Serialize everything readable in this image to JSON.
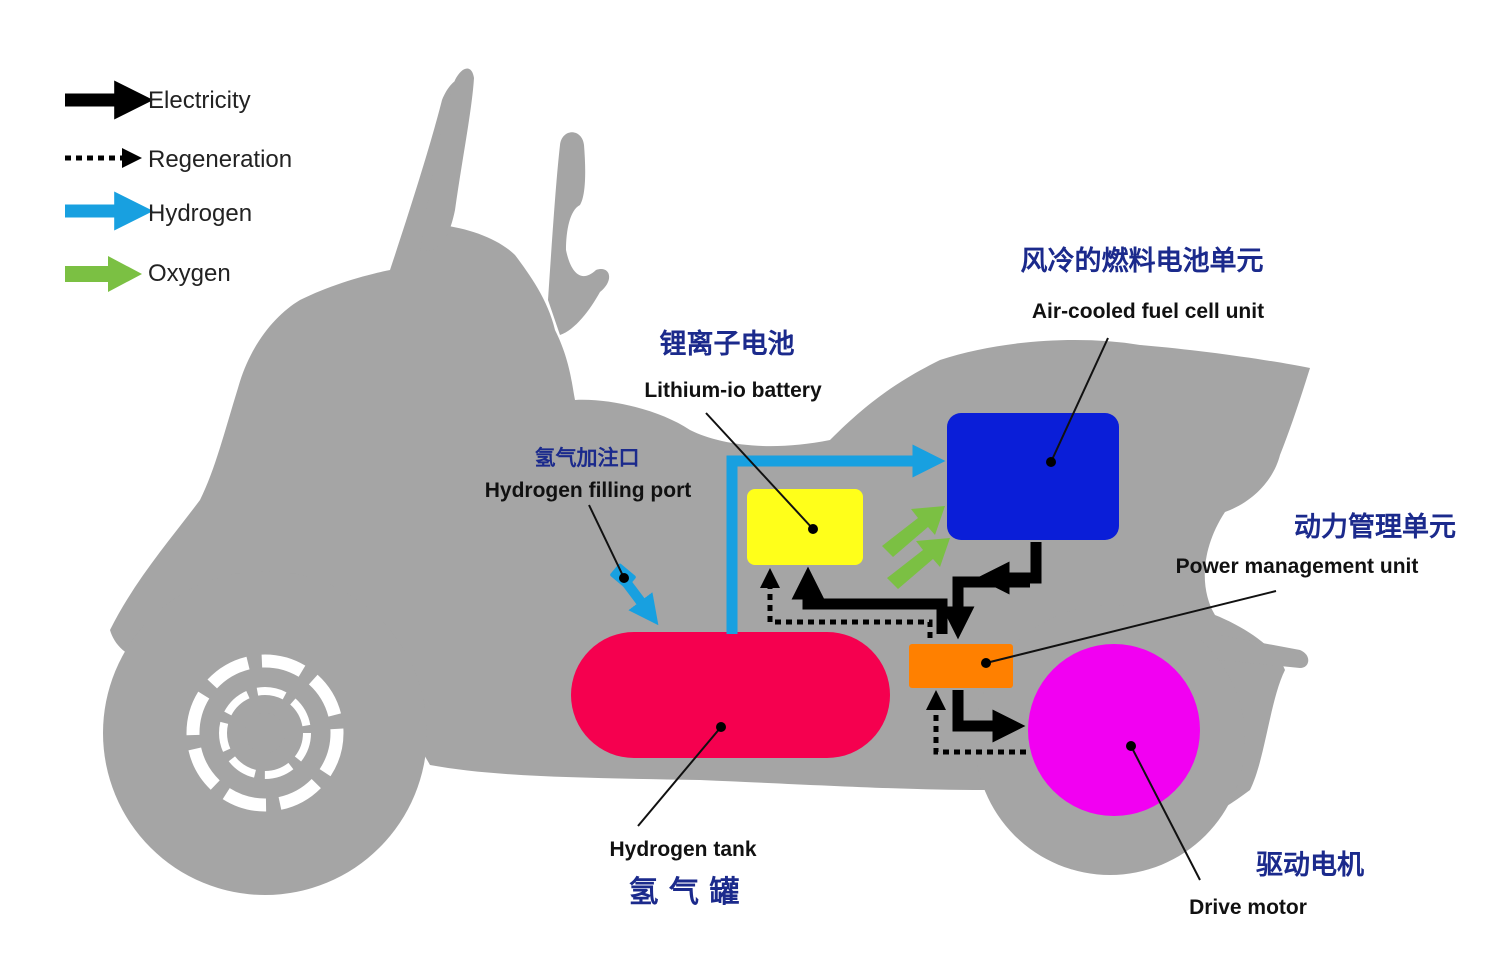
{
  "colors": {
    "silhouette": "#a5a5a5",
    "electricity": "#000000",
    "hydrogen": "#18a0e0",
    "oxygen": "#7bc043",
    "chinese_text": "#1b2a8c",
    "fuel_cell": "#0a1ed8",
    "battery": "#ffff1a",
    "pmu": "#ff8000",
    "tank": "#f5004f",
    "motor": "#f200f2"
  },
  "legend": [
    {
      "label": "Electricity",
      "style": "solid",
      "color": "#000000",
      "icon": "solid-black-arrow"
    },
    {
      "label": "Regeneration",
      "style": "dotted",
      "color": "#000000",
      "icon": "dotted-black-arrow"
    },
    {
      "label": "Hydrogen",
      "style": "solid",
      "color": "#18a0e0",
      "icon": "blue-arrow"
    },
    {
      "label": "Oxygen",
      "style": "solid",
      "color": "#7bc043",
      "icon": "green-arrow"
    }
  ],
  "components": {
    "fuel_cell": {
      "zh": "风冷的燃料电池单元",
      "en": "Air-cooled fuel cell unit"
    },
    "battery": {
      "zh": "锂离子电池",
      "en": "Lithium-io battery"
    },
    "filling_port": {
      "zh": "氢气加注口",
      "en": "Hydrogen filling  port"
    },
    "pmu": {
      "zh": "动力管理单元",
      "en": "Power management unit"
    },
    "tank": {
      "zh": "氢 气 罐",
      "en": "Hydrogen tank"
    },
    "motor": {
      "zh": "驱动电机",
      "en": "Drive motor"
    }
  }
}
